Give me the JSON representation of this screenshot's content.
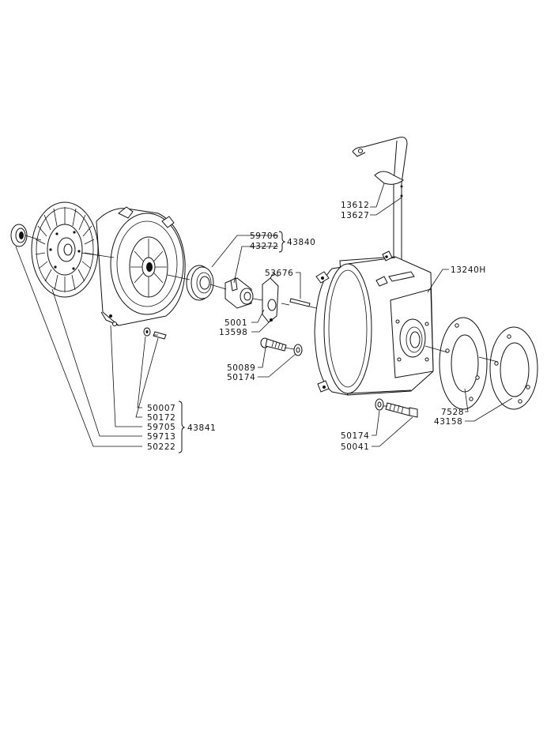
{
  "parts": {
    "p13612": "13612",
    "p13627": "13627",
    "p13240H": "13240H",
    "p59706": "59706",
    "p43272": "43272",
    "p43840": "43840",
    "p53676": "53676",
    "p5001": "5001",
    "p13598": "13598",
    "p50089": "50089",
    "p50174a": "50174",
    "p7528": "7528",
    "p43158": "43158",
    "p50174b": "50174",
    "p50041": "50041",
    "p50007": "50007",
    "p50172": "50172",
    "p59705": "59705",
    "p59713": "59713",
    "p50222": "50222",
    "p43841": "43841"
  }
}
